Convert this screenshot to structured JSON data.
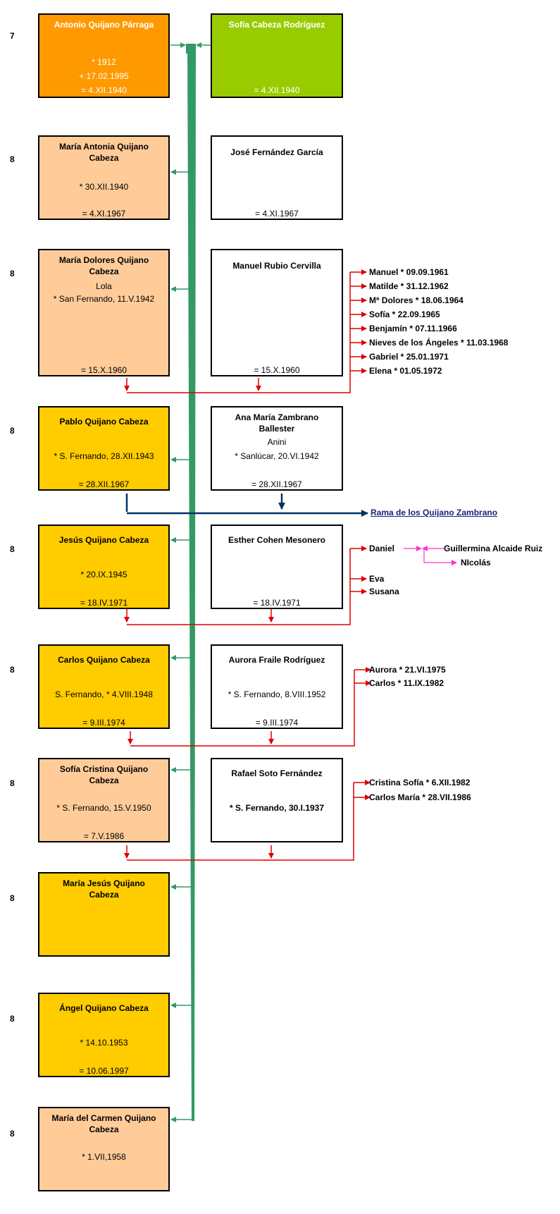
{
  "colors": {
    "trunk": "#339966",
    "marriage": "#dd0000",
    "branch": "#003366",
    "spouse": "#ff33cc"
  },
  "generations": {
    "g7": "7",
    "g8": "8"
  },
  "couple_parents": {
    "husband": {
      "name": "Antonio Quijano Párraga",
      "birth": "* 1912",
      "death": "+ 17.02.1995",
      "wedding": "= 4.XII.1940"
    },
    "wife": {
      "name": "Sofía Cabeza Rodríguez",
      "wedding": "= 4.XII.1940"
    }
  },
  "families": [
    {
      "person": {
        "name": "María Antonia Quijano Cabeza",
        "birth": "* 30.XII.1940",
        "wedding": "= 4.XI.1967"
      },
      "spouse": {
        "name": "José Fernández García",
        "wedding": "= 4.XI.1967"
      }
    },
    {
      "person": {
        "name": "María Dolores Quijano Cabeza",
        "nick": "Lola",
        "birth": "* San Fernando, 11.V.1942",
        "wedding": "= 15.X.1960"
      },
      "spouse": {
        "name": "Manuel Rubio Cervilla",
        "wedding": "= 15.X.1960"
      },
      "children": [
        "Manuel * 09.09.1961",
        "Matilde * 31.12.1962",
        "Mª Dolores * 18.06.1964",
        "Sofía * 22.09.1965",
        "Benjamín  * 07.11.1966",
        "Nieves de los Ángeles * 11.03.1968",
        "Gabriel * 25.01.1971",
        "Elena * 01.05.1972"
      ]
    },
    {
      "person": {
        "name": "Pablo Quijano Cabeza",
        "birth": "* S. Fernando, 28.XII.1943",
        "wedding": "= 28.XII.1967"
      },
      "spouse": {
        "name": "Ana María Zambrano Ballester",
        "nick": "Anini",
        "birth": "* Sanlúcar, 20.VI.1942",
        "wedding": "= 28.XII.1967"
      },
      "branch_link": "Rama de los Quijano Zambrano"
    },
    {
      "person": {
        "name": "Jesús Quijano Cabeza",
        "birth": "* 20.IX.1945",
        "wedding": "= 18.IV.1971"
      },
      "spouse": {
        "name": "Esther Cohen Mesonero",
        "wedding": "= 18.IV.1971"
      },
      "children": [
        "Daniel",
        "Eva",
        "Susana"
      ],
      "grandchild_spouse": "Guillermina Alcaide Ruiz",
      "grandchild": "NIcolás"
    },
    {
      "person": {
        "name": "Carlos Quijano Cabeza",
        "birth": "S. Fernando, * 4.VIII.1948",
        "wedding": "= 9.III.1974"
      },
      "spouse": {
        "name": "Aurora Fraile Rodríguez",
        "birth": "* S. Fernando, 8.VIII.1952",
        "wedding": "= 9.III.1974"
      },
      "children": [
        "Aurora * 21.VI.1975",
        "Carlos * 11.IX.1982"
      ]
    },
    {
      "person": {
        "name": "Sofía Cristina Quijano Cabeza",
        "birth": "* S. Fernando, 15.V.1950",
        "wedding": "= 7.V.1986"
      },
      "spouse": {
        "name": "Rafael Soto Fernández",
        "birth": "* S. Fernando, 30.I.1937"
      },
      "children": [
        "Cristina Sofía * 6.XII.1982",
        "Carlos María * 28.VII.1986"
      ]
    },
    {
      "person": {
        "name": "María Jesús Quijano Cabeza"
      }
    },
    {
      "person": {
        "name": "Ángel Quijano Cabeza",
        "birth": "* 14.10.1953",
        "wedding": "= 10.06.1997"
      }
    },
    {
      "person": {
        "name": "María del Carmen Quijano Cabeza",
        "birth": "* 1.VII,1958"
      }
    }
  ]
}
